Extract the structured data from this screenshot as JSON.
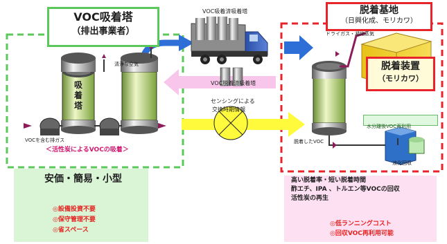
{
  "left_title": {
    "line1": "VOC吸着塔",
    "line2": "（排出事業者）"
  },
  "right_title": {
    "line1": "脱着基地",
    "line2": "（日興化成、モリカワ）"
  },
  "truck_label": "VOC吸着済吸着塔",
  "return_label": "VOC脱着済吸着塔",
  "exchange_label": {
    "line1": "センシングによる",
    "line2": "交換時期情報"
  },
  "left_tower_label": "吸着塔",
  "clean_air_left": "清浄な空気",
  "voc_exhaust": "VOCを含む排ガス",
  "activated_carbon_caption": "＜活性炭によるVOCの吸着＞",
  "dry_gas_label": "ドライガス・凝縮蒸気",
  "desorb_device": {
    "line1": "脱着装置",
    "line2": "（モリカワ）"
  },
  "desorbed_voc": "脱着したVOC",
  "water_sep_label": "水分離後VOC再利用",
  "liquefaction": "液化回収",
  "left_benefits": {
    "headline": "安価・簡易・小型",
    "items": [
      "◎設備投資不要",
      "◎保守管理不要",
      "◎省スペース"
    ]
  },
  "right_benefits": {
    "lines": [
      "高い脱着率・短い脱着時間",
      "酢エチ、IPA 、トルエン等VOCの回収",
      "活性炭の再生"
    ],
    "items": [
      "◎低ランニングコスト",
      "◎回収VOC再利用可能"
    ]
  },
  "colors": {
    "green": "#5ac85a",
    "red": "#e8232a",
    "blue": "#2d6fd6",
    "pink": "#f7c6ea",
    "yellow": "#fffa3c",
    "light_green_bg": "#d9f5d6",
    "light_pink_bg": "#fde1f3"
  }
}
